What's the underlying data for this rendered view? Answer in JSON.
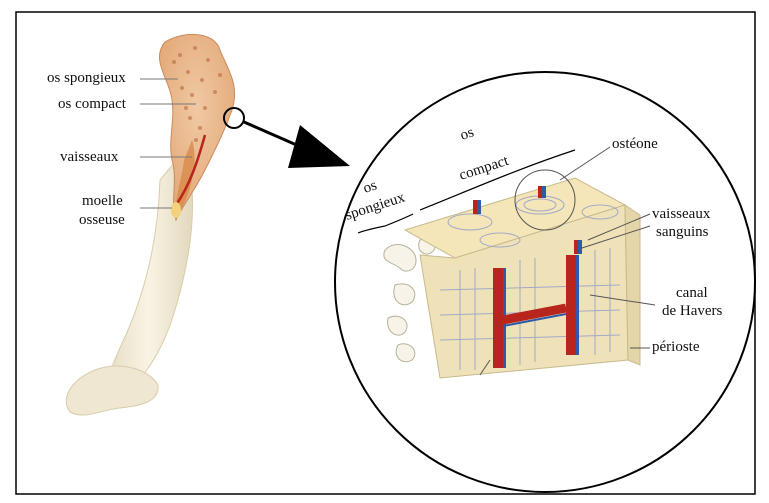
{
  "labels": {
    "left": {
      "os_spongieux": "os spongieux",
      "os_compact": "os compact",
      "vaisseaux": "vaisseaux",
      "moelle": "moelle",
      "osseuse": "osseuse"
    },
    "zoom": {
      "os_spongieux_line1": "os",
      "os_spongieux_line2": "spongieux",
      "os_compact_line1": "os",
      "os_compact_line2": "compact",
      "osteone": "ostéone",
      "vaisseaux_sanguins_line1": "vaisseaux",
      "vaisseaux_sanguins_line2": "sanguins",
      "canal_havers_line1": "canal",
      "canal_havers_line2": "de Havers",
      "perioste": "périoste"
    }
  },
  "colors": {
    "bone": "#f3ecd6",
    "bone_shade": "#e8dcbc",
    "spongy": "#e9b58c",
    "marrow": "#d98a4a",
    "vessel_red": "#b8251c",
    "vessel_blue": "#2e5aa8",
    "compact_fill": "#f4e6b8",
    "lamella": "#9aa3c9"
  }
}
